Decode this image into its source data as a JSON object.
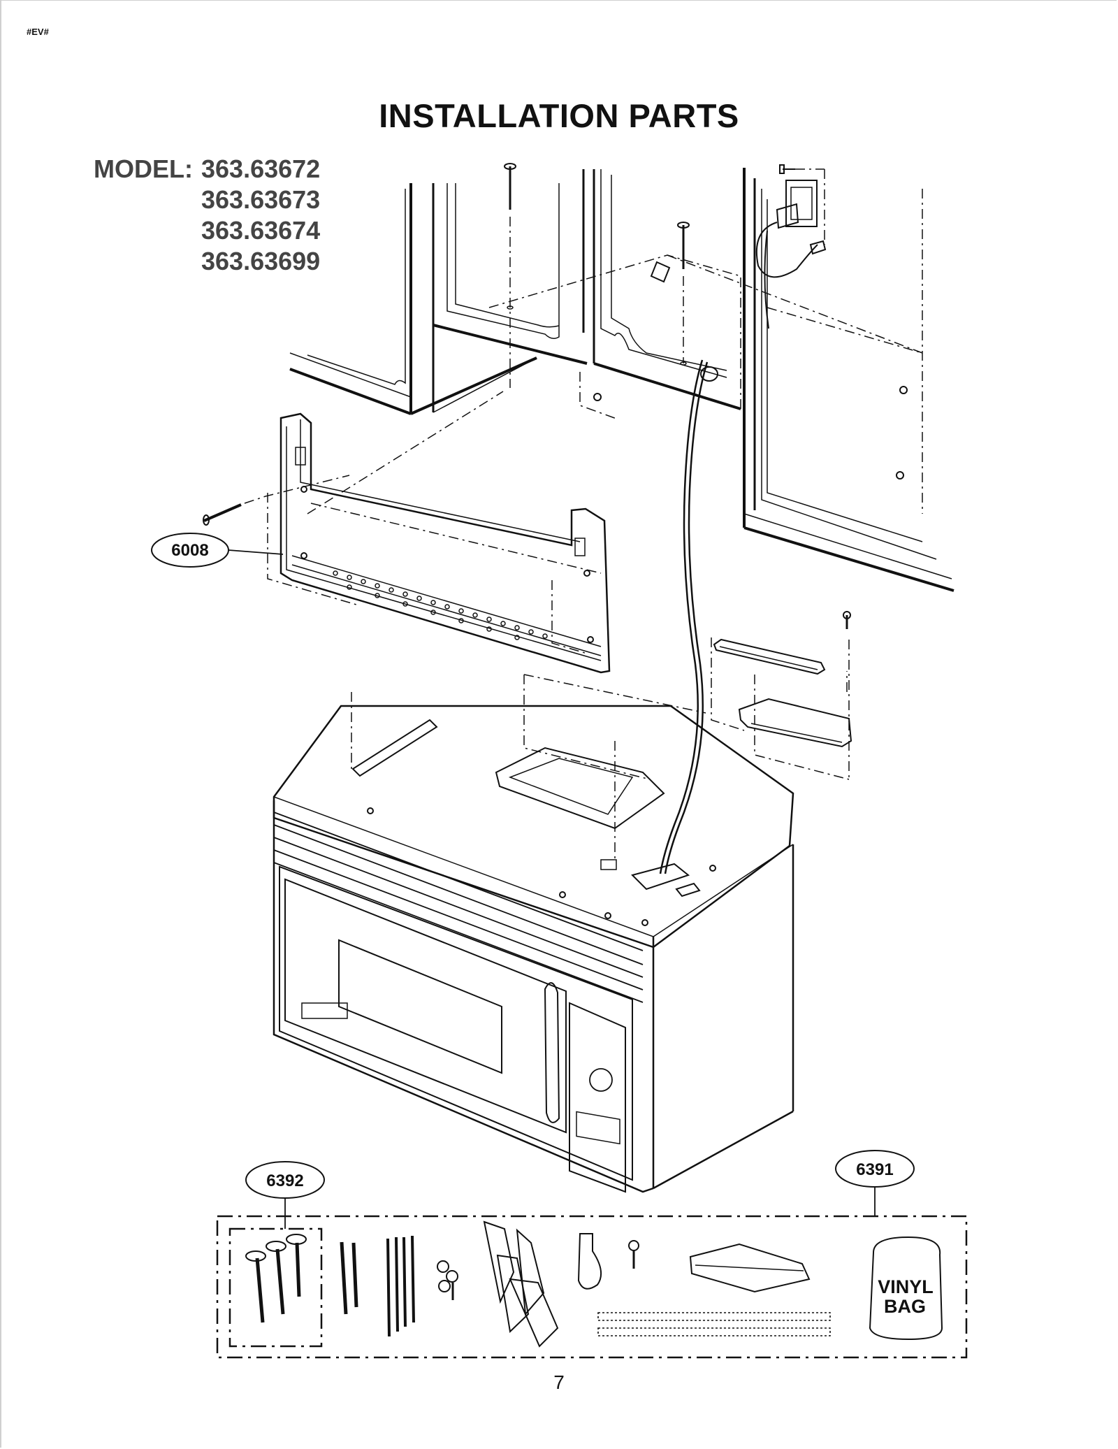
{
  "page": {
    "tag": "#EV#",
    "title": "INSTALLATION PARTS",
    "page_number": "7"
  },
  "models": {
    "label": "MODEL:",
    "numbers": [
      "363.63672",
      "363.63673",
      "363.63674",
      "363.63699"
    ]
  },
  "callouts": {
    "mounting_plate": "6008",
    "hardware_kit": "6392",
    "parts_bag": "6391"
  },
  "bag_label": {
    "line1": "VINYL",
    "line2": "BAG"
  }
}
